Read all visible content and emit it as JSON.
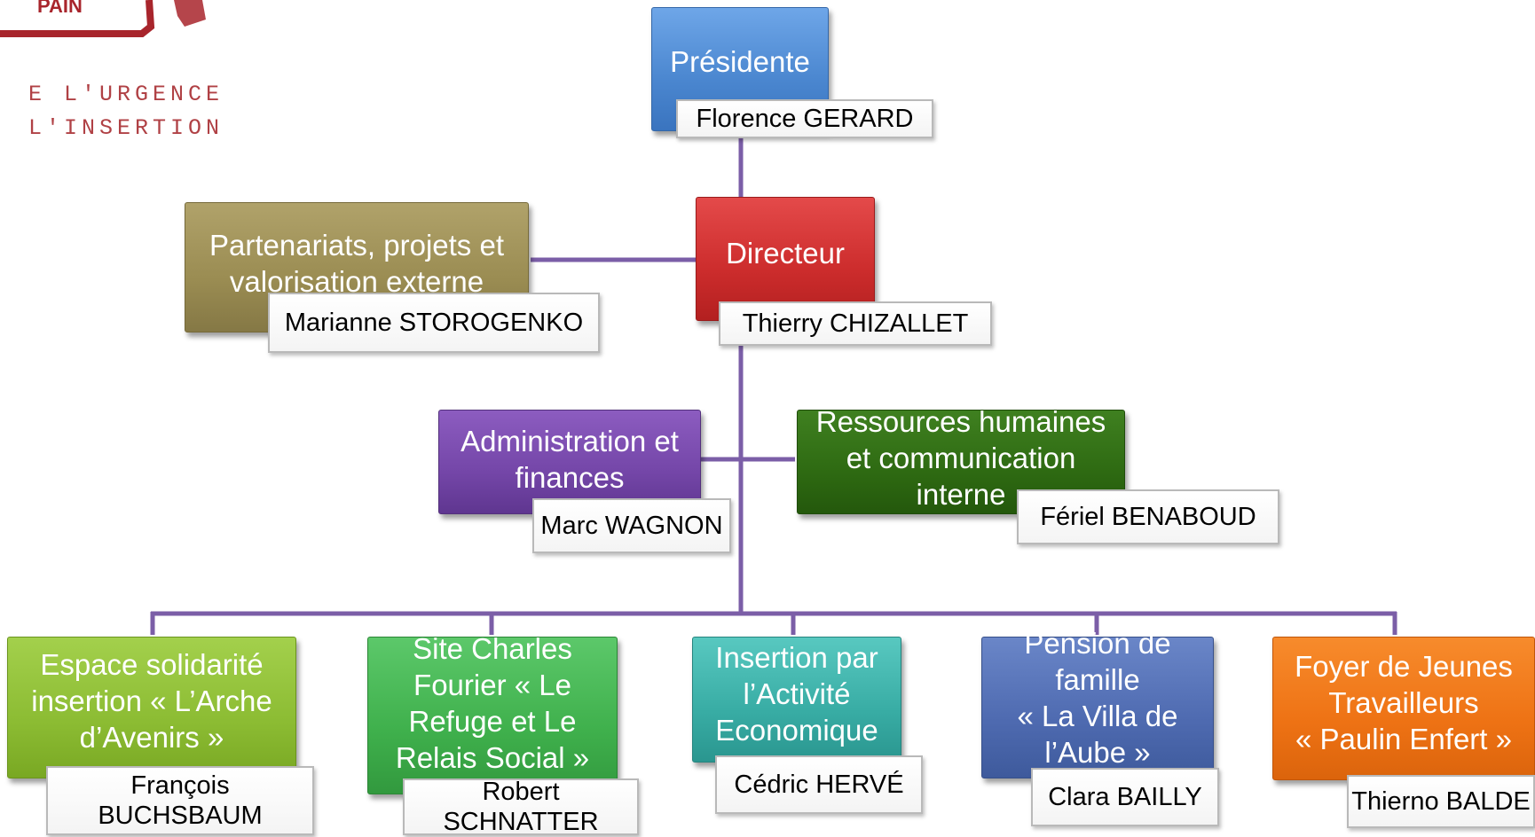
{
  "logo": {
    "word": "PAIN",
    "line1": "E L'URGENCE",
    "line2": " L'INSERTION"
  },
  "president": {
    "title": "Présidente",
    "name": "Florence GERARD"
  },
  "director": {
    "title": "Directeur",
    "name": "Thierry CHIZALLET"
  },
  "partnerships": {
    "title": "Partenariats, projets et\nvalorisation externe",
    "name": "Marianne STOROGENKO"
  },
  "administration": {
    "title": "Administration et\nfinances",
    "name": "Marc WAGNON"
  },
  "hr": {
    "title": "Ressources humaines\net communication\ninterne",
    "name": "Fériel BENABOUD"
  },
  "sites": [
    {
      "title": "Espace solidarité\ninsertion « L’Arche\nd’Avenirs »",
      "name": "François\nBUCHSBAUM"
    },
    {
      "title": "Site Charles\nFourier « Le\nRefuge et  Le\nRelais Social »",
      "name": "Robert SCHNATTER"
    },
    {
      "title": "Insertion par\nl’Activité\nEconomique",
      "name": "Cédric HERVÉ"
    },
    {
      "title": "Pension de\nfamille\n« La Villa de\nl’Aube »",
      "name": "Clara BAILLY"
    },
    {
      "title": "Foyer de Jeunes\nTravailleurs\n«  Paulin Enfert »",
      "name": "Thierno BALDE"
    }
  ],
  "colors": {
    "connector": "#7b5ea7",
    "logo_red": "#b04145",
    "president": "#4a86cf",
    "director": "#cc2c2c",
    "partnerships": "#9a8c52",
    "administration": "#7446a8",
    "hr": "#2e6a12",
    "site_1": "#8cbc33",
    "site_2": "#3fb04c",
    "site_3": "#38aca4",
    "site_4": "#4e6ab0",
    "site_5": "#ee7214"
  }
}
